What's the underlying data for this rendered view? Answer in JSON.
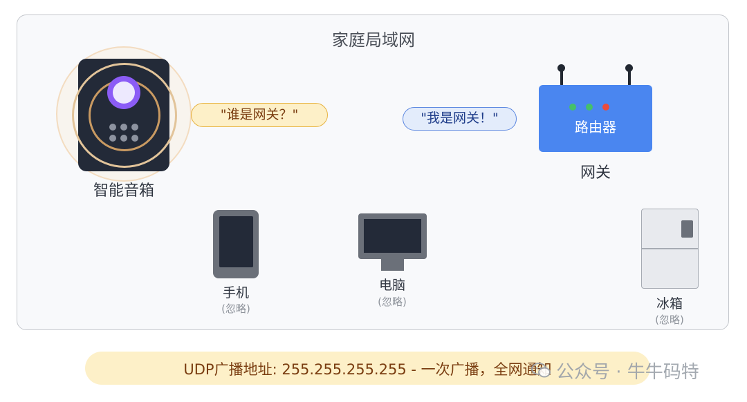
{
  "lan": {
    "title": "家庭局域网"
  },
  "speaker": {
    "label": "智能音箱"
  },
  "bubbles": {
    "question": "\"谁是网关？\"",
    "answer": "\"我是网关！\""
  },
  "router": {
    "text": "路由器",
    "label": "网关",
    "led_colors": [
      "#45c06a",
      "#45c06a",
      "#ea4b3c"
    ]
  },
  "devices": [
    {
      "label": "手机",
      "note": "(忽略)"
    },
    {
      "label": "电脑",
      "note": "(忽略)"
    },
    {
      "label": "冰箱",
      "note": "(忽略)"
    }
  ],
  "footer": {
    "text": "UDP广播地址: 255.255.255.255 - 一次广播，全网通知"
  },
  "watermark": {
    "text": "公众号 · 牛牛码特",
    "icon": "wechat-icon"
  }
}
